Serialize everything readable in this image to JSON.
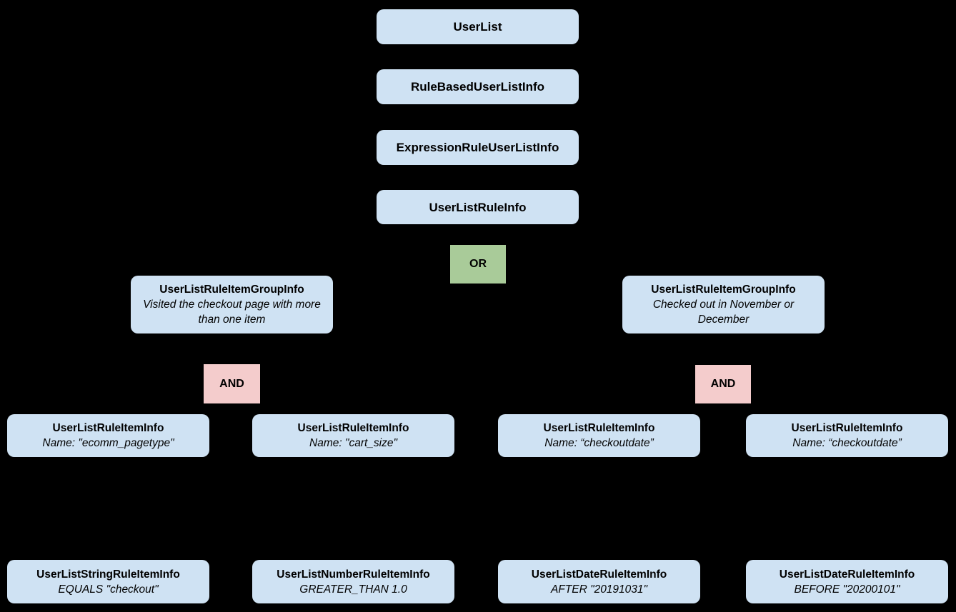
{
  "diagram": {
    "background_color": "#000000",
    "node_fill_color": "#cfe2f3",
    "or_fill_color": "#a9cb99",
    "and_fill_color": "#f4cccc",
    "text_color": "#000000",
    "chain": [
      {
        "label": "UserList"
      },
      {
        "label": "RuleBasedUserListInfo"
      },
      {
        "label": "ExpressionRuleUserListInfo"
      },
      {
        "label": "UserListRuleInfo"
      }
    ],
    "or_label": "OR",
    "groups": [
      {
        "title": "UserListRuleItemGroupInfo",
        "subtitle": "Visited the checkout page with more than one item",
        "and_label": "AND"
      },
      {
        "title": "UserListRuleItemGroupInfo",
        "subtitle": "Checked out in November or December",
        "and_label": "AND"
      }
    ],
    "rule_items": [
      {
        "title": "UserListRuleItemInfo",
        "subtitle": "Name: \"ecomm_pagetype\""
      },
      {
        "title": "UserListRuleItemInfo",
        "subtitle": "Name: \"cart_size\""
      },
      {
        "title": "UserListRuleItemInfo",
        "subtitle": "Name: “checkoutdate”"
      },
      {
        "title": "UserListRuleItemInfo",
        "subtitle": "Name: “checkoutdate”"
      }
    ],
    "leaf_items": [
      {
        "title": "UserListStringRuleItemInfo",
        "subtitle": "EQUALS \"checkout\""
      },
      {
        "title": "UserListNumberRuleItemInfo",
        "subtitle": "GREATER_THAN 1.0"
      },
      {
        "title": "UserListDateRuleItemInfo",
        "subtitle": "AFTER \"20191031\""
      },
      {
        "title": "UserListDateRuleItemInfo",
        "subtitle": "BEFORE \"20200101\""
      }
    ]
  }
}
